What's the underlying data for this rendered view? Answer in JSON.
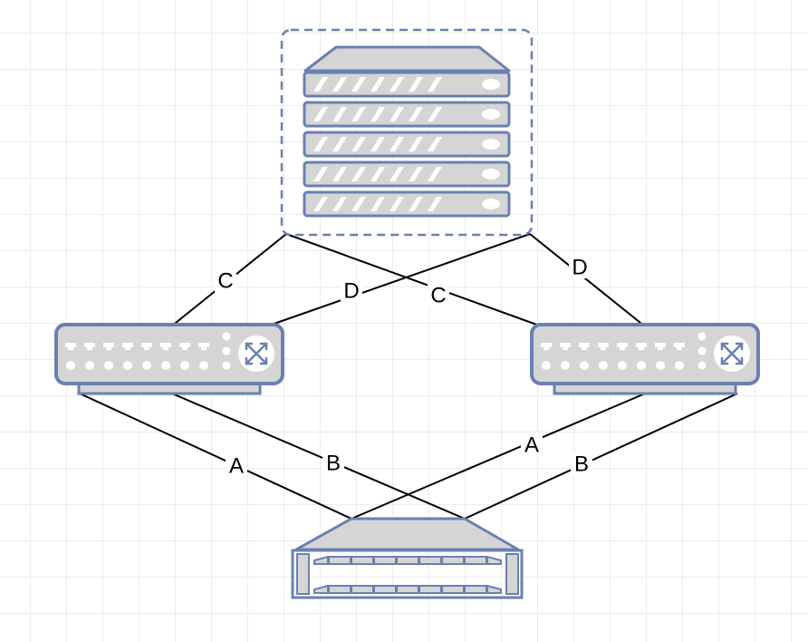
{
  "diagram": {
    "kind": "network topology",
    "colors": {
      "background": "#ffffff",
      "grid": "#e6e6e6",
      "device_fill": "#d5d5d5",
      "device_stroke": "#6a80b0",
      "link": "#000000",
      "label_bg": "#ffffff"
    },
    "nodes": [
      {
        "id": "server-rack",
        "type": "server",
        "icon": "server-rack-icon",
        "group": "dashed-selection-frame"
      },
      {
        "id": "switch-left",
        "type": "switch",
        "icon": "network-switch-icon"
      },
      {
        "id": "switch-right",
        "type": "switch",
        "icon": "network-switch-icon"
      },
      {
        "id": "storage",
        "type": "storage",
        "icon": "storage-array-icon"
      }
    ],
    "links": [
      {
        "id": "link-c-left",
        "from": "server-rack",
        "to": "switch-left",
        "label": "C"
      },
      {
        "id": "link-d-left",
        "from": "server-rack",
        "to": "switch-left",
        "label": "D"
      },
      {
        "id": "link-c-right",
        "from": "server-rack",
        "to": "switch-right",
        "label": "C"
      },
      {
        "id": "link-d-right",
        "from": "server-rack",
        "to": "switch-right",
        "label": "D"
      },
      {
        "id": "link-a-left",
        "from": "switch-left",
        "to": "storage",
        "label": "A"
      },
      {
        "id": "link-b-left",
        "from": "switch-left",
        "to": "storage",
        "label": "B"
      },
      {
        "id": "link-a-right",
        "from": "switch-right",
        "to": "storage",
        "label": "A"
      },
      {
        "id": "link-b-right",
        "from": "switch-right",
        "to": "storage",
        "label": "B"
      }
    ]
  }
}
